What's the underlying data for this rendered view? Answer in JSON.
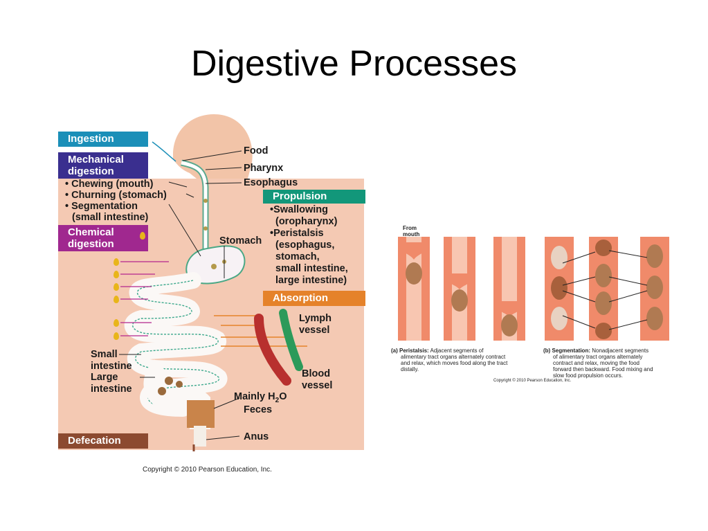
{
  "slide": {
    "title": "Digestive Processes"
  },
  "left_figure": {
    "tags": {
      "ingestion": "Ingestion",
      "mechanical": [
        "Mechanical",
        "digestion"
      ],
      "chemical": [
        "Chemical",
        "digestion"
      ],
      "propulsion": "Propulsion",
      "absorption": "Absorption",
      "defecation": "Defecation"
    },
    "mechanical_items": [
      "• Chewing (mouth)",
      "• Churning (stomach)",
      "• Segmentation",
      "(small intestine)"
    ],
    "propulsion_items": [
      "•Swallowing",
      "(oropharynx)",
      "•Peristalsis",
      "(esophagus,",
      "stomach,",
      "small intestine,",
      "large intestine)"
    ],
    "labels": {
      "food": "Food",
      "pharynx": "Pharynx",
      "esophagus": "Esophagus",
      "stomach": "Stomach",
      "lymph": [
        "Lymph",
        "vessel"
      ],
      "blood": [
        "Blood",
        "vessel"
      ],
      "water": "Mainly H",
      "water_sub": "2",
      "water_end": "O",
      "feces": "Feces",
      "anus": "Anus",
      "small_intestine": [
        "Small",
        "intestine"
      ],
      "large_intestine": [
        "Large",
        "intestine"
      ]
    },
    "copyright": "Copyright © 2010 Pearson Education, Inc."
  },
  "right_figure": {
    "from_mouth": [
      "From",
      "mouth"
    ],
    "caption_a_bold": "(a) Peristalsis:",
    "caption_a": [
      "Adjacent segments of",
      "alimentary tract organs alternately contract",
      "and relax, which moves food along the tract",
      "distally."
    ],
    "caption_b_bold": "(b) Segmentation:",
    "caption_b": [
      "Nonadjacent segments",
      "of alimentary tract organs alternately",
      "contract and relax, moving the food",
      "forward then backward. Food mixing and",
      "slow food propulsion occurs."
    ],
    "copyright": "Copyright © 2010 Pearson Education, Inc."
  },
  "colors": {
    "ingestion": "#1b8fb8",
    "mechanical": "#3a2f8f",
    "chemical": "#a0288f",
    "propulsion": "#12977a",
    "absorption": "#e5822a",
    "defecation": "#8c4a30",
    "body_bg": "#f4c9b3",
    "tract_wall": "#f08a6a",
    "tract_lumen": "#f8c6b1"
  }
}
